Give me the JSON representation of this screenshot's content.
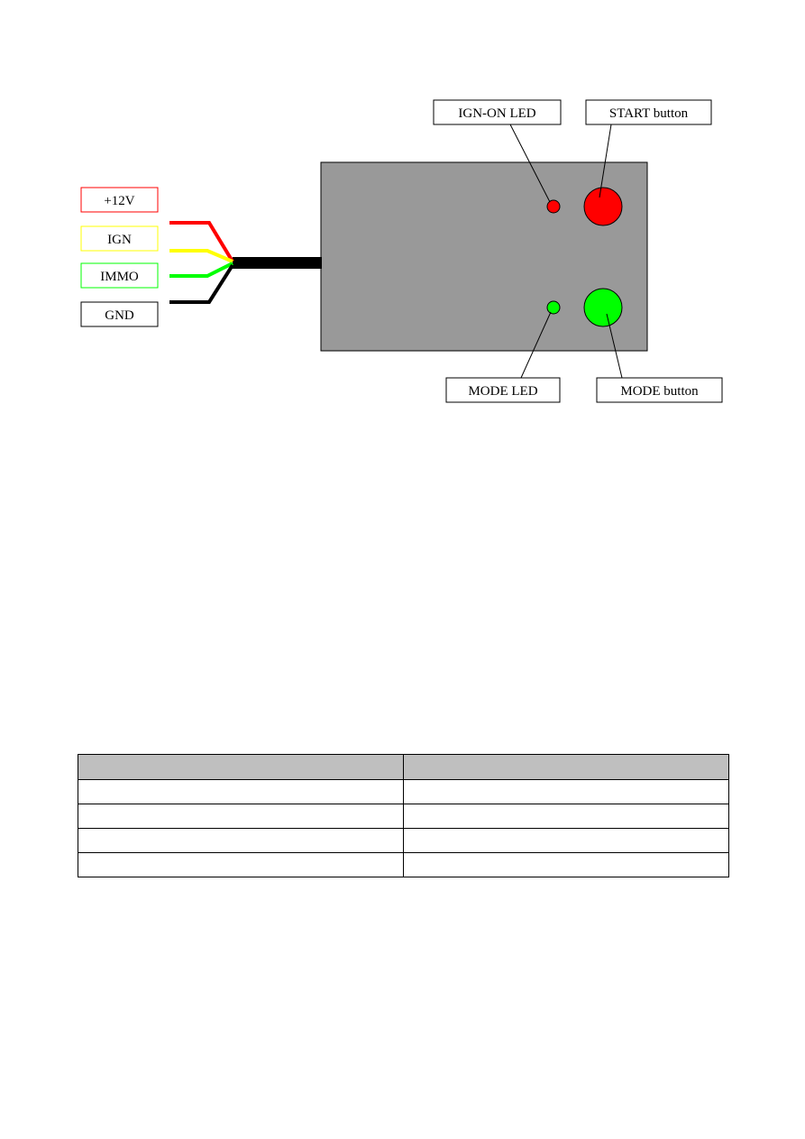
{
  "diagram": {
    "wire_labels": [
      {
        "id": "wire-12v",
        "text": "+12V",
        "color": "#ff0000"
      },
      {
        "id": "wire-ign",
        "text": "IGN",
        "color": "#ffff00"
      },
      {
        "id": "wire-immo",
        "text": "IMMO",
        "color": "#00ff00"
      },
      {
        "id": "wire-gnd",
        "text": "GND",
        "color": "#000000"
      }
    ],
    "callouts": {
      "ign_on_led": "IGN-ON LED",
      "start_button": "START button",
      "mode_led": "MODE LED",
      "mode_button": "MODE button"
    },
    "colors": {
      "device_body": "#999999",
      "start_button": "#ff0000",
      "ign_led": "#ff0000",
      "mode_button": "#00ff00",
      "mode_led": "#00ff00",
      "cable": "#000000",
      "table_header": "#bfbfbf"
    }
  },
  "table": {
    "columns": 2,
    "header_rows": 1,
    "body_rows": 4
  }
}
